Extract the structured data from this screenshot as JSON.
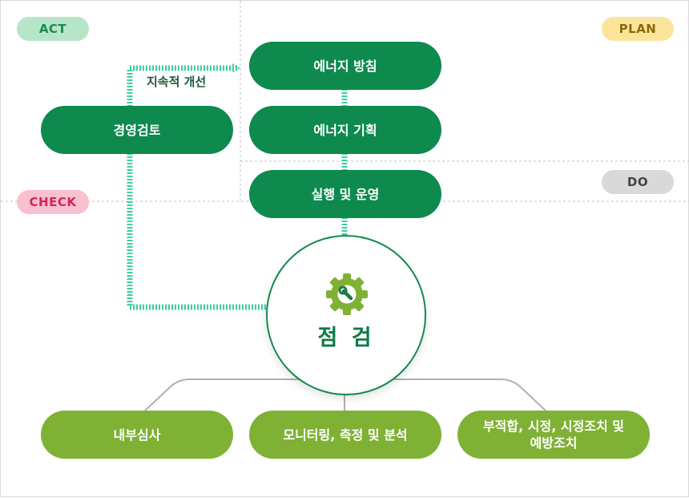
{
  "badges": {
    "act": "ACT",
    "plan": "PLAN",
    "do": "DO",
    "check": "CHECK"
  },
  "plan_steps": [
    "에너지 방침",
    "에너지 기획"
  ],
  "do_step": "실행 및 운영",
  "review": "경영검토",
  "improvement_label": "지속적 개선",
  "check_center": {
    "title": "점 검",
    "icon": "gear-wrench-icon"
  },
  "check_items": [
    "내부심사",
    "모니터링, 측정 및 분석",
    "부적합, 시정, 시정조치 및\n예방조치"
  ],
  "colors": {
    "dark_green": "#0e8a4f",
    "light_green": "#7fb135",
    "dotted_teal": "#3ecfa0"
  }
}
